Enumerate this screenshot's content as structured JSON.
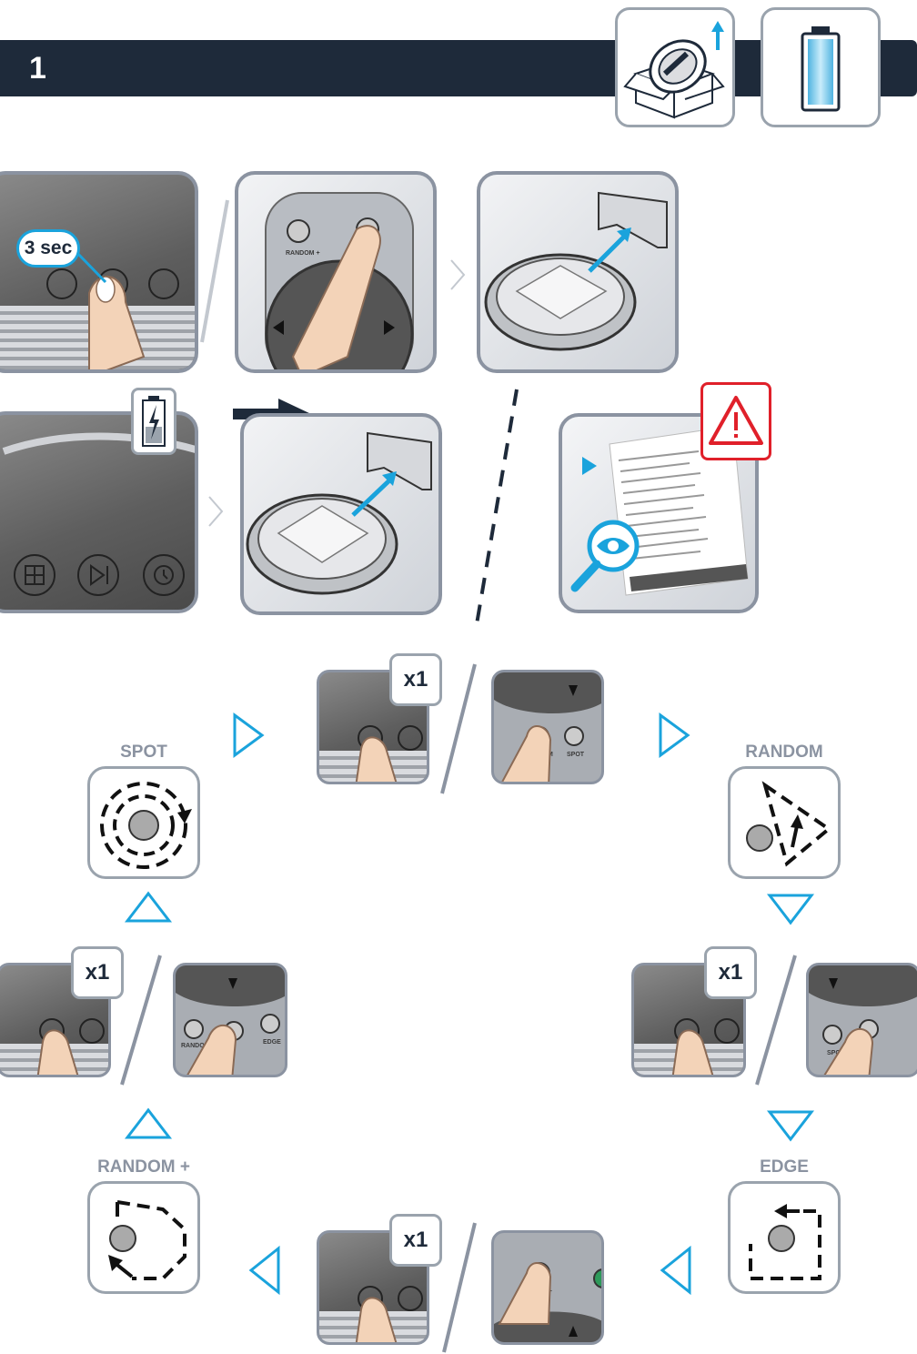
{
  "header": {
    "step_number": "1"
  },
  "hold": {
    "duration_label": "3 sec"
  },
  "remote_labels": {
    "random_plus": "RANDOM +",
    "spot": "SPOT",
    "random_dm": "DM",
    "random": "RANDOM",
    "edge": "EDGE",
    "m_plus": "M +"
  },
  "press_count": "x1",
  "modes": {
    "spot": "SPOT",
    "random": "RANDOM",
    "edge": "EDGE",
    "random_plus": "RANDOM +"
  },
  "colors": {
    "header_bg": "#1e2a3a",
    "accent_blue": "#1aa3dc",
    "warning_red": "#e0202a",
    "frame_grey": "#8b93a1"
  },
  "icons": [
    "box-unpack-icon",
    "battery-icon",
    "battery-charging-icon",
    "warning-icon",
    "magnifier-eye-icon",
    "play-pause-icon",
    "grid-icon",
    "clock-icon"
  ]
}
